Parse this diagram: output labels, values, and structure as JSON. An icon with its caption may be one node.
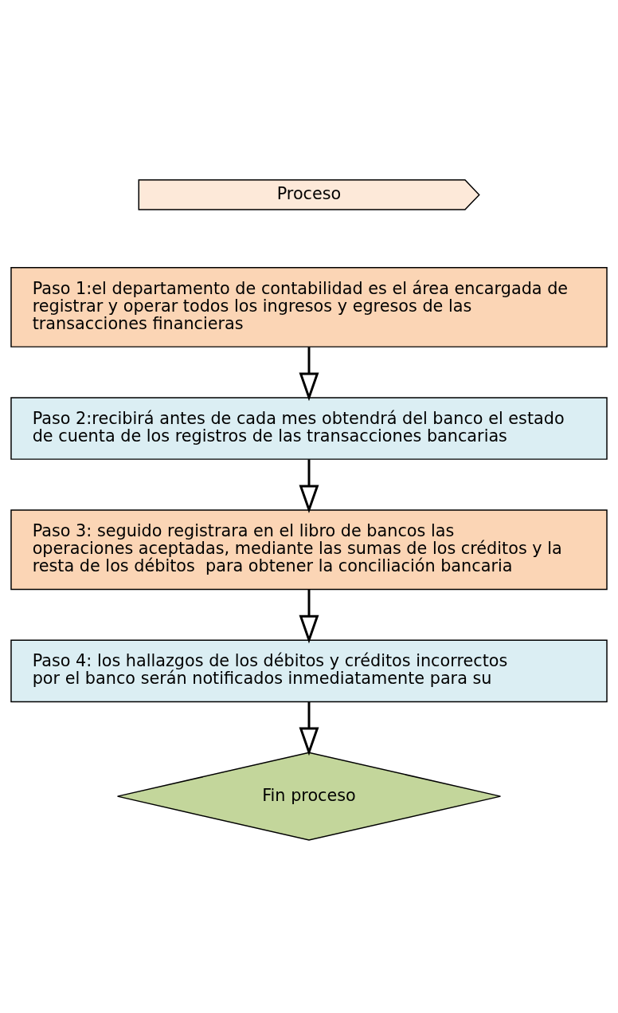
{
  "diagram": {
    "nodes": [
      {
        "text": [
          "Proceso"
        ]
      },
      {
        "text": [
          "Paso 1:el departamento de contabilidad es el área encargada de registrar y operar todos los ingresos y egresos de las transacciones financieras"
        ]
      },
      {
        "text": [
          "Paso 2:recibirá antes de cada mes obtendrá del banco el estado de cuenta de los registros de las transacciones bancarias"
        ]
      },
      {
        "text": [
          "Paso 3: seguido registrara en el libro de bancos las operaciones aceptadas, mediante las sumas de los créditos y la resta de los débitos  para obtener la conciliación bancaria"
        ]
      },
      {
        "text": [
          "Paso 4: los hallazgos de los débitos y créditos incorrectos por el banco serán notificados inmediatamente para su"
        ]
      },
      {
        "text": [
          "Fin proceso"
        ]
      }
    ],
    "edges": [
      {
        "from": 1,
        "to": 2,
        "arrow": "to"
      },
      {
        "from": 2,
        "to": 3,
        "arrow": "to"
      },
      {
        "from": 3,
        "to": 4,
        "arrow": "to"
      },
      {
        "from": 4,
        "to": 5,
        "arrow": "to"
      }
    ]
  }
}
